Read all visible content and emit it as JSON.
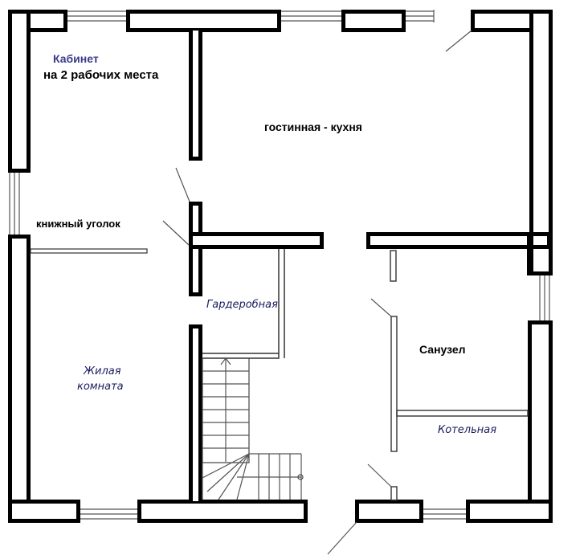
{
  "rooms": {
    "cabinet_title": "Кабинет",
    "cabinet_sub": "на 2 рабочих места",
    "living_kitchen": "гостинная - кухня",
    "book_corner": "книжный уголок",
    "wardrobe": "Гардеробная",
    "bathroom": "Санузел",
    "living_room_line1": "Жилая",
    "living_room_line2": "комната",
    "boiler_room": "Котельная"
  },
  "colors": {
    "walls": "#000000",
    "cabinet_label": "#3a3a8c",
    "italic_labels": "#1a1a5e"
  }
}
